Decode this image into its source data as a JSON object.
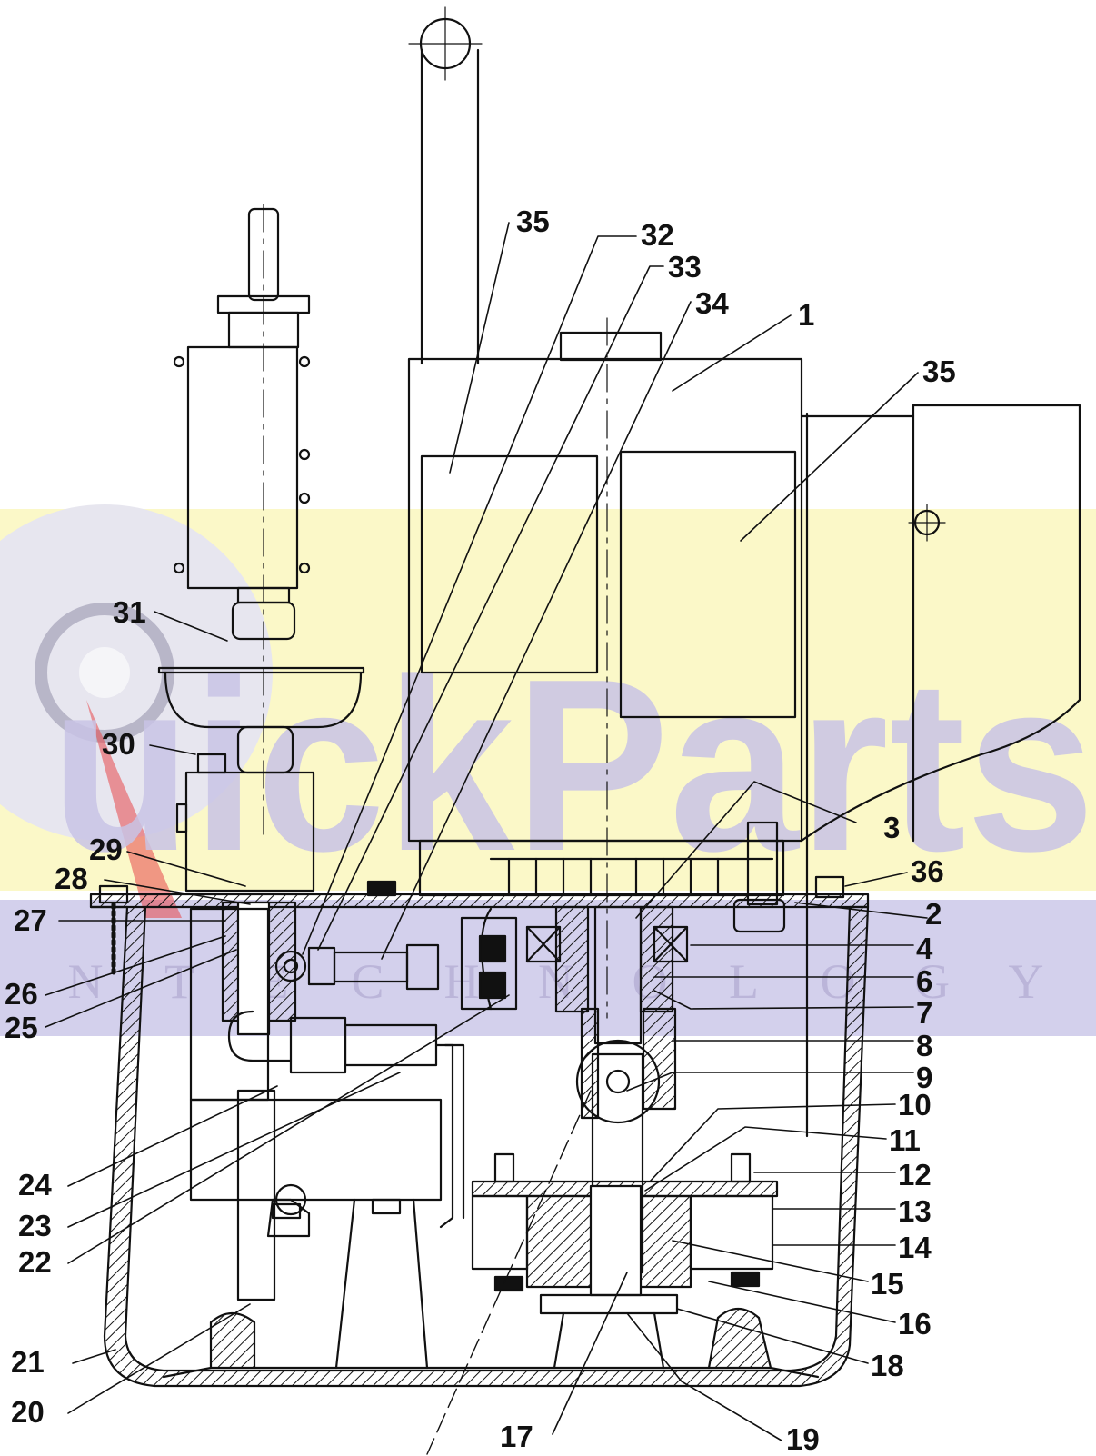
{
  "watermark": {
    "brand_text": "uickParts",
    "tagline_letters": [
      "N",
      "T",
      "E",
      "C",
      "H",
      "N",
      "O",
      "L",
      "O",
      "G",
      "Y"
    ],
    "band_yellow": "#fbf8c8",
    "band_blue": "#d3d0ec",
    "letter_color": "#c9c4e6",
    "disc_color": "#e7e6ef",
    "swoosh_color": "#e7474a"
  },
  "diagram": {
    "line_color": "#111111",
    "callouts": [
      {
        "id": "c1",
        "label": "1"
      },
      {
        "id": "c2",
        "label": "2"
      },
      {
        "id": "c3",
        "label": "3"
      },
      {
        "id": "c4",
        "label": "4"
      },
      {
        "id": "c6",
        "label": "6"
      },
      {
        "id": "c7",
        "label": "7"
      },
      {
        "id": "c8",
        "label": "8"
      },
      {
        "id": "c9",
        "label": "9"
      },
      {
        "id": "c10",
        "label": "10"
      },
      {
        "id": "c11",
        "label": "11"
      },
      {
        "id": "c12",
        "label": "12"
      },
      {
        "id": "c13",
        "label": "13"
      },
      {
        "id": "c14",
        "label": "14"
      },
      {
        "id": "c15",
        "label": "15"
      },
      {
        "id": "c16",
        "label": "16"
      },
      {
        "id": "c17",
        "label": "17"
      },
      {
        "id": "c18",
        "label": "18"
      },
      {
        "id": "c19",
        "label": "19"
      },
      {
        "id": "c20",
        "label": "20"
      },
      {
        "id": "c21",
        "label": "21"
      },
      {
        "id": "c22",
        "label": "22"
      },
      {
        "id": "c23",
        "label": "23"
      },
      {
        "id": "c24",
        "label": "24"
      },
      {
        "id": "c25",
        "label": "25"
      },
      {
        "id": "c26",
        "label": "26"
      },
      {
        "id": "c27",
        "label": "27"
      },
      {
        "id": "c28",
        "label": "28"
      },
      {
        "id": "c29",
        "label": "29"
      },
      {
        "id": "c30",
        "label": "30"
      },
      {
        "id": "c31",
        "label": "31"
      },
      {
        "id": "c32",
        "label": "32"
      },
      {
        "id": "c33",
        "label": "33"
      },
      {
        "id": "c34",
        "label": "34"
      },
      {
        "id": "c35a",
        "label": "35"
      },
      {
        "id": "c35b",
        "label": "35"
      },
      {
        "id": "c36",
        "label": "36"
      }
    ]
  }
}
